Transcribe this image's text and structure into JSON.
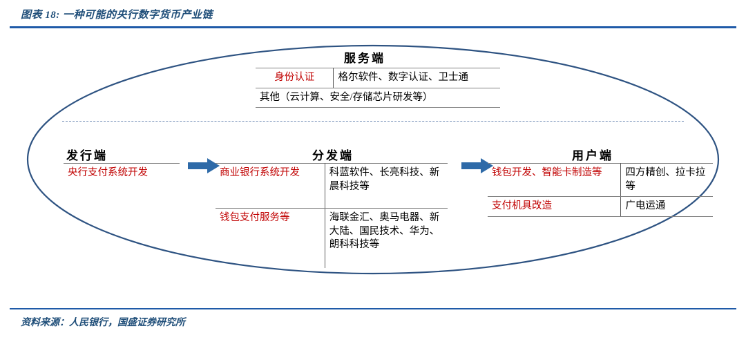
{
  "header": {
    "exhibit_label": "图表 18:",
    "title": "一种可能的央行数字货币产业链",
    "full_title": "图表 18:  一种可能的央行数字货币产业链",
    "accent_color": "#1F5AA8"
  },
  "footer": {
    "source": "资料来源：人民银行，国盛证券研究所"
  },
  "diagram": {
    "outline_shape": "ellipse",
    "outline_color": "#2E5382",
    "dashed_divider_color": "#7791B8",
    "red_text_color": "#C00000",
    "arrow_color": "#2E6AA8",
    "service": {
      "title": "服务端",
      "rows": [
        {
          "category": "身份认证",
          "companies": "格尔软件、数字认证、卫士通"
        }
      ],
      "other_row": "其他（云计算、安全/存储芯片研发等）"
    },
    "issuance": {
      "title": "发行端",
      "rows": [
        {
          "category": "央行支付系统开发"
        }
      ]
    },
    "distribution": {
      "title": "分发端",
      "rows": [
        {
          "category": "商业银行系统开发",
          "companies": "科蓝软件、长亮科技、新晨科技等"
        },
        {
          "category": "钱包支付服务等",
          "companies": "海联金汇、奥马电器、新大陆、国民技术、华为、朗科科技等"
        }
      ]
    },
    "user": {
      "title": "用户端",
      "rows": [
        {
          "category": "钱包开发、智能卡制造等",
          "companies": "四方精创、拉卡拉等"
        },
        {
          "category": "支付机具改造",
          "companies": "广电运通"
        }
      ]
    },
    "arrows": [
      {
        "name": "issuance-to-distribution"
      },
      {
        "name": "distribution-to-user"
      }
    ]
  }
}
